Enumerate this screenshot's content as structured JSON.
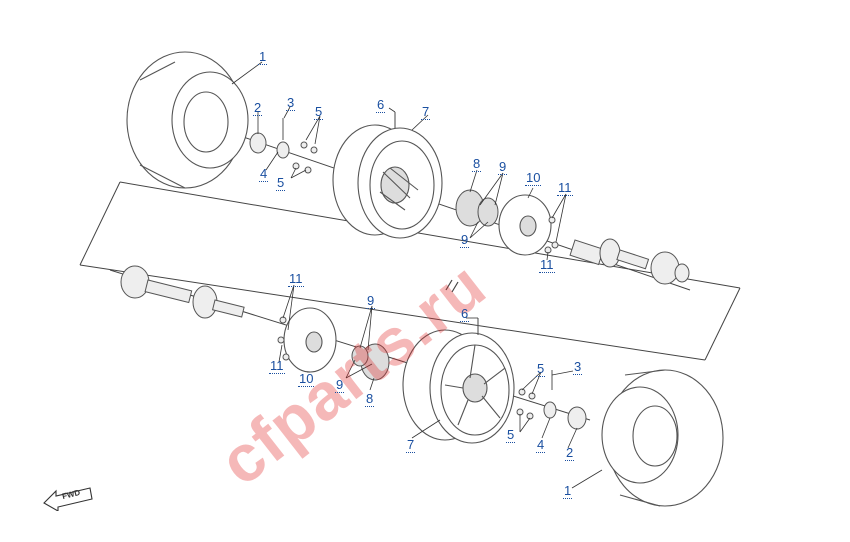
{
  "diagram": {
    "callouts": [
      {
        "id": "1",
        "label": "1"
      },
      {
        "id": "2",
        "label": "2"
      },
      {
        "id": "3",
        "label": "3"
      },
      {
        "id": "4",
        "label": "4"
      },
      {
        "id": "5a",
        "label": "5"
      },
      {
        "id": "5b",
        "label": "5"
      },
      {
        "id": "6",
        "label": "6"
      },
      {
        "id": "7",
        "label": "7"
      },
      {
        "id": "8",
        "label": "8"
      },
      {
        "id": "9a",
        "label": "9"
      },
      {
        "id": "9b",
        "label": "9"
      },
      {
        "id": "10",
        "label": "10"
      },
      {
        "id": "11a",
        "label": "11"
      },
      {
        "id": "11b",
        "label": "11"
      },
      {
        "id": "11c",
        "label": "11"
      },
      {
        "id": "11d",
        "label": "11"
      },
      {
        "id": "10b",
        "label": "10"
      },
      {
        "id": "9c",
        "label": "9"
      },
      {
        "id": "9d",
        "label": "9"
      },
      {
        "id": "8b",
        "label": "8"
      },
      {
        "id": "6b",
        "label": "6"
      },
      {
        "id": "7b",
        "label": "7"
      },
      {
        "id": "5c",
        "label": "5"
      },
      {
        "id": "5d",
        "label": "5"
      },
      {
        "id": "3b",
        "label": "3"
      },
      {
        "id": "4b",
        "label": "4"
      },
      {
        "id": "2b",
        "label": "2"
      },
      {
        "id": "1b",
        "label": "1"
      }
    ],
    "watermark": "cfparts.ru",
    "direction_badge": "FWD"
  }
}
